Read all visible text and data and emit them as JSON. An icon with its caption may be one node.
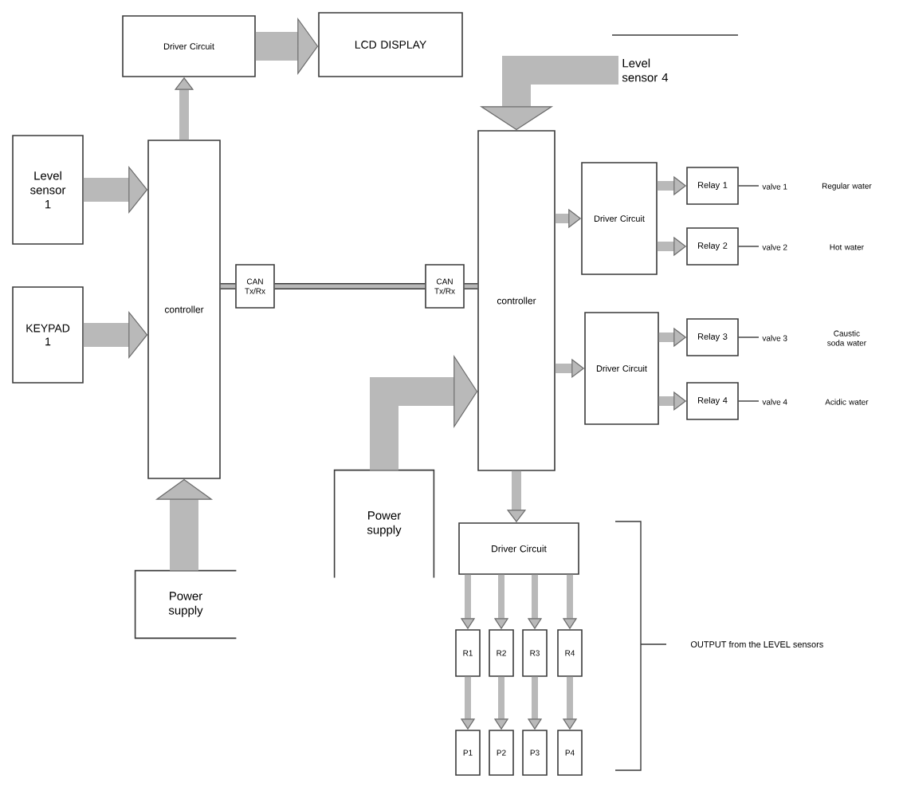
{
  "diagram": {
    "nodes": [
      {
        "text": [
          "Driver Circuit"
        ]
      },
      {
        "text": [
          "LCD DISPLAY"
        ]
      },
      {
        "text": [
          "Level sensor 1"
        ]
      },
      {
        "text": [
          "KEYPAD 1"
        ]
      },
      {
        "text": [
          "controller"
        ]
      },
      {
        "text": [
          "CAN Tx/Rx"
        ]
      },
      {
        "text": [
          "CAN Tx/Rx"
        ]
      },
      {
        "text": [
          "Level sensor 4"
        ]
      },
      {
        "text": [
          "controller"
        ]
      },
      {
        "text": [
          "Driver Circuit"
        ]
      },
      {
        "text": [
          "Relay 1"
        ]
      },
      {
        "text": [
          "valve 1"
        ],
        "beside": [
          "Regular water"
        ]
      },
      {
        "text": [
          "Relay 2"
        ]
      },
      {
        "text": [
          "valve 2"
        ],
        "beside": [
          "Hot water"
        ]
      },
      {
        "text": [
          "Driver Circuit"
        ]
      },
      {
        "text": [
          "Relay 3"
        ]
      },
      {
        "text": [
          "valve 3"
        ],
        "beside": [
          "Caustic soda water"
        ]
      },
      {
        "text": [
          "Relay 4"
        ]
      },
      {
        "text": [
          "valve 4"
        ],
        "beside": [
          "Acidic water"
        ]
      },
      {
        "text": [
          "Power supply"
        ]
      },
      {
        "text": [
          "Power supply"
        ]
      },
      {
        "text": [
          "Driver Circuit"
        ]
      },
      {
        "text": [
          "R1"
        ]
      },
      {
        "text": [
          "R2"
        ]
      },
      {
        "text": [
          "R3"
        ]
      },
      {
        "text": [
          "R4"
        ]
      },
      {
        "text": [
          "P1"
        ]
      },
      {
        "text": [
          "P2"
        ]
      },
      {
        "text": [
          "P3"
        ]
      },
      {
        "text": [
          "P4"
        ]
      }
    ],
    "edges": [
      {
        "from": 0,
        "to": 1,
        "arrow": "to",
        "style": "thick"
      },
      {
        "from": 4,
        "to": 0,
        "arrow": "to"
      },
      {
        "from": 2,
        "to": 4,
        "arrow": "to",
        "style": "thick"
      },
      {
        "from": 3,
        "to": 4,
        "arrow": "to",
        "style": "thick"
      },
      {
        "from": 4,
        "to": 5,
        "arrow": "none",
        "color": "#3a3a3a"
      },
      {
        "from": 5,
        "to": 6,
        "arrow": "none",
        "color": "#3a3a3a"
      },
      {
        "from": 6,
        "to": 8,
        "arrow": "none",
        "color": "#3a3a3a"
      },
      {
        "from": 7,
        "to": 8,
        "arrow": "to",
        "style": "thick"
      },
      {
        "from": 19,
        "to": 8,
        "arrow": "to",
        "style": "thick"
      },
      {
        "from": 8,
        "to": 9,
        "arrow": "to"
      },
      {
        "from": 8,
        "to": 14,
        "arrow": "to"
      },
      {
        "from": 9,
        "to": 10,
        "arrow": "to"
      },
      {
        "from": 9,
        "to": 12,
        "arrow": "to"
      },
      {
        "from": 14,
        "to": 15,
        "arrow": "to"
      },
      {
        "from": 14,
        "to": 17,
        "arrow": "to"
      },
      {
        "from": 10,
        "to": 11,
        "arrow": "none",
        "color": "#3a3a3a"
      },
      {
        "from": 12,
        "to": 13,
        "arrow": "none",
        "color": "#3a3a3a"
      },
      {
        "from": 15,
        "to": 16,
        "arrow": "none",
        "color": "#3a3a3a"
      },
      {
        "from": 17,
        "to": 18,
        "arrow": "none",
        "color": "#3a3a3a"
      },
      {
        "from": 8,
        "to": 21,
        "arrow": "to"
      },
      {
        "from": 20,
        "to": 4,
        "arrow": "to",
        "style": "thick"
      },
      {
        "from": 21,
        "to": 22,
        "arrow": "to"
      },
      {
        "from": 21,
        "to": 23,
        "arrow": "to"
      },
      {
        "from": 21,
        "to": 24,
        "arrow": "to"
      },
      {
        "from": 21,
        "to": 25,
        "arrow": "to"
      },
      {
        "from": 22,
        "to": 26,
        "arrow": "to"
      },
      {
        "from": 23,
        "to": 27,
        "arrow": "to"
      },
      {
        "from": 24,
        "to": 28,
        "arrow": "to"
      },
      {
        "from": 25,
        "to": 29,
        "arrow": "to"
      }
    ],
    "labels": [
      "OUTPUT from the LEVEL sensors"
    ]
  }
}
